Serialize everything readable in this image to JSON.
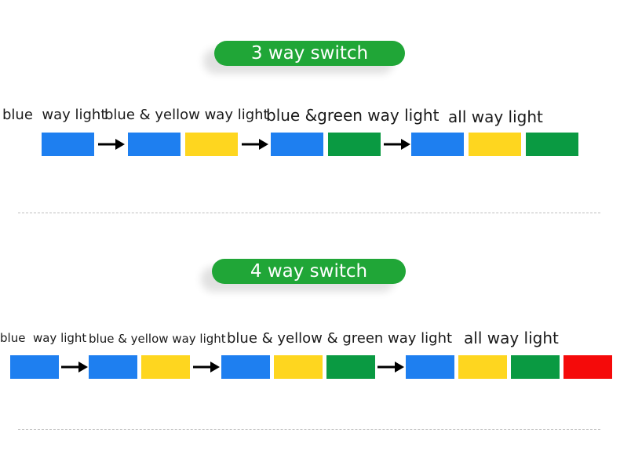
{
  "colors": {
    "blue": "#1e7ff0",
    "yellow": "#fed61f",
    "green": "#0a9a42",
    "red": "#f50a0a",
    "pill": "#20a637"
  },
  "section_3way": {
    "title": "3 way switch",
    "labels": [
      "blue  way light",
      "blue & yellow way light",
      "blue &green way light",
      "all way light"
    ],
    "groups": [
      [
        "blue"
      ],
      [
        "blue",
        "yellow"
      ],
      [
        "blue",
        "green"
      ],
      [
        "blue",
        "yellow",
        "green"
      ]
    ]
  },
  "section_4way": {
    "title": "4 way switch",
    "labels": [
      "blue  way light",
      "blue & yellow way light",
      "blue & yellow & green way light",
      "all way light"
    ],
    "groups": [
      [
        "blue"
      ],
      [
        "blue",
        "yellow"
      ],
      [
        "blue",
        "yellow",
        "green"
      ],
      [
        "blue",
        "yellow",
        "green",
        "red"
      ]
    ]
  }
}
